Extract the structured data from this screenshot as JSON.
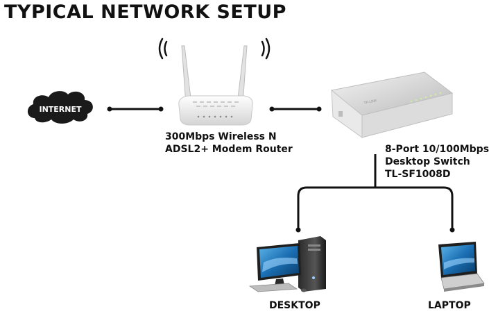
{
  "title": "TYPICAL NETWORK SETUP",
  "nodes": {
    "internet": {
      "label": "INTERNET"
    },
    "router": {
      "line1": "300Mbps Wireless N",
      "line2": "ADSL2+ Modem Router"
    },
    "switch": {
      "line1": "8-Port 10/100Mbps",
      "line2": "Desktop Switch",
      "line3": "TL-SF1008D",
      "brand": "TP-LINK"
    },
    "desktop": {
      "label": "DESKTOP"
    },
    "laptop": {
      "label": "LAPTOP"
    }
  },
  "colors": {
    "line": "#111111",
    "cloud": "#1a1a1a",
    "device": "#f2f2f2"
  }
}
